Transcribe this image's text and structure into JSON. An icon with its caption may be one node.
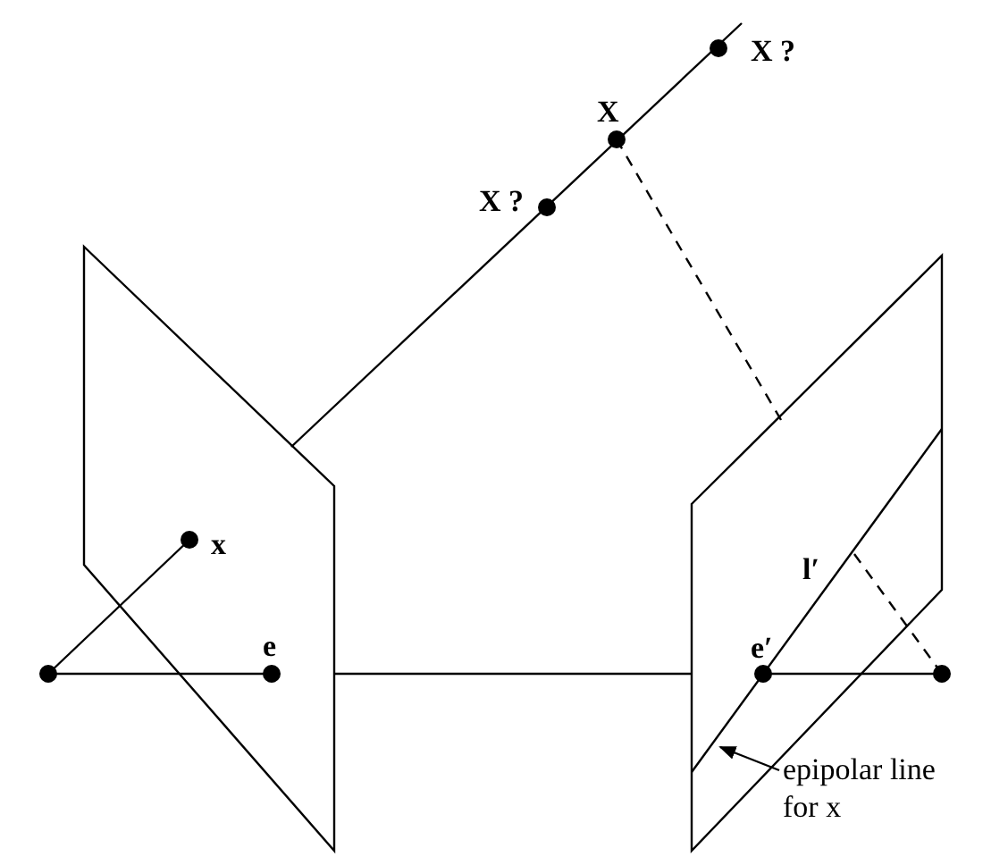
{
  "diagram": {
    "nodes": [
      {
        "text": [
          "epipolar line for x"
        ]
      },
      {
        "text": [],
        "shape": "line"
      }
    ],
    "edges": [
      {
        "from": 0,
        "to": 1,
        "arrow": "to"
      }
    ],
    "labels": [
      "X ?",
      "X",
      "X ?",
      "x",
      "e",
      "e′",
      "l′"
    ]
  }
}
